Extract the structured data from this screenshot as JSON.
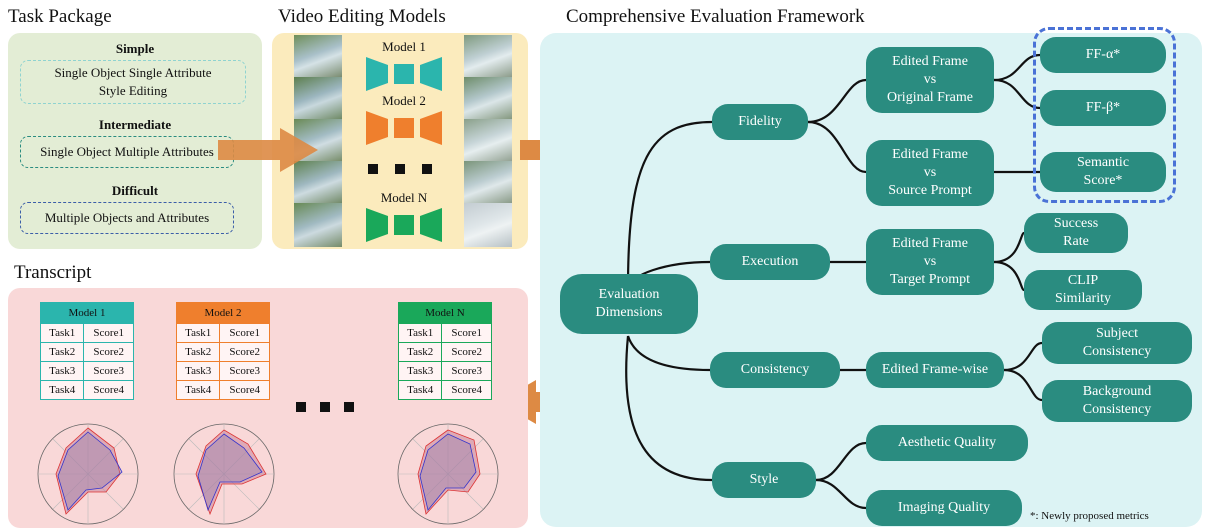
{
  "sections": {
    "task_package": "Task Package",
    "video_models": "Video Editing Models",
    "framework": "Comprehensive Evaluation Framework",
    "transcript": "Transcript"
  },
  "task_levels": [
    {
      "level": "Simple",
      "description_line1": "Single Object Single Attribute",
      "description_line2": "Style Editing",
      "border_color": "#8fd3d0"
    },
    {
      "level": "Intermediate",
      "description_line1": "Single Object Multiple Attributes",
      "description_line2": "",
      "border_color": "#2a8c80"
    },
    {
      "level": "Difficult",
      "description_line1": "Multiple Objects and Attributes",
      "description_line2": "",
      "border_color": "#3b5ea8"
    }
  ],
  "models": [
    {
      "label": "Model 1",
      "color": "#2bb5ad"
    },
    {
      "label": "Model 2",
      "color": "#ef7f2d"
    },
    {
      "label": "Model N",
      "color": "#1aa85a"
    }
  ],
  "framework": {
    "root": {
      "line1": "Evaluation",
      "line2": "Dimensions"
    },
    "dimensions": {
      "fidelity": "Fidelity",
      "execution": "Execution",
      "consistency": "Consistency",
      "style": "Style"
    },
    "comparisons": {
      "orig": {
        "line1": "Edited Frame",
        "line2": "vs",
        "line3": "Original Frame"
      },
      "src": {
        "line1": "Edited Frame",
        "line2": "vs",
        "line3": "Source Prompt"
      },
      "tgt": {
        "line1": "Edited Frame",
        "line2": "vs",
        "line3": "Target Prompt"
      },
      "framewise": "Edited Frame-wise"
    },
    "metrics": {
      "ff_alpha": "FF-α*",
      "ff_beta": "FF-β*",
      "semantic": {
        "line1": "Semantic",
        "line2": "Score*"
      },
      "success": {
        "line1": "Success",
        "line2": "Rate"
      },
      "clip": {
        "line1": "CLIP",
        "line2": "Similarity"
      },
      "subject": {
        "line1": "Subject",
        "line2": "Consistency"
      },
      "background": {
        "line1": "Background",
        "line2": "Consistency"
      },
      "aesthetic": "Aesthetic Quality",
      "imaging": "Imaging Quality"
    },
    "footnote": "*: Newly proposed metrics",
    "node_color": "#2a8c80",
    "highlight_color": "#4a72d6"
  },
  "transcript_tables": [
    {
      "header": "Model 1",
      "header_color": "#2bb5ad",
      "rows": [
        [
          "Task1",
          "Score1"
        ],
        [
          "Task2",
          "Score2"
        ],
        [
          "Task3",
          "Score3"
        ],
        [
          "Task4",
          "Score4"
        ]
      ]
    },
    {
      "header": "Model 2",
      "header_color": "#ef7f2d",
      "rows": [
        [
          "Task1",
          "Score1"
        ],
        [
          "Task2",
          "Score2"
        ],
        [
          "Task3",
          "Score3"
        ],
        [
          "Task4",
          "Score4"
        ]
      ]
    },
    {
      "header": "Model N",
      "header_color": "#1aa85a",
      "rows": [
        [
          "Task1",
          "Score1"
        ],
        [
          "Task2",
          "Score2"
        ],
        [
          "Task3",
          "Score3"
        ],
        [
          "Task4",
          "Score4"
        ]
      ]
    }
  ],
  "arrow_color": "#dd8a44"
}
